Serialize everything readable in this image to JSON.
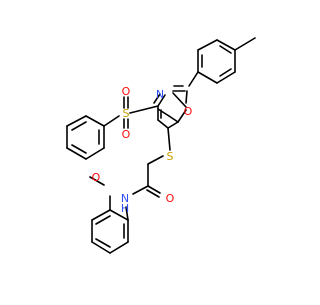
{
  "molecule": {
    "atoms": {
      "O_sulfonyl_top": "O",
      "S_sulfonyl": "S",
      "O_sulfonyl_bottom": "O",
      "N_oxazole": "N",
      "O_oxazole": "O",
      "S_thioether": "S",
      "O_amide": "O",
      "N_amide": "N",
      "H_amide": "H",
      "O_methoxy": "O"
    },
    "colors": {
      "oxygen": "#ff0d0d",
      "nitrogen": "#3050f8",
      "sulfur": "#c8a000",
      "bond": "#000000"
    }
  }
}
